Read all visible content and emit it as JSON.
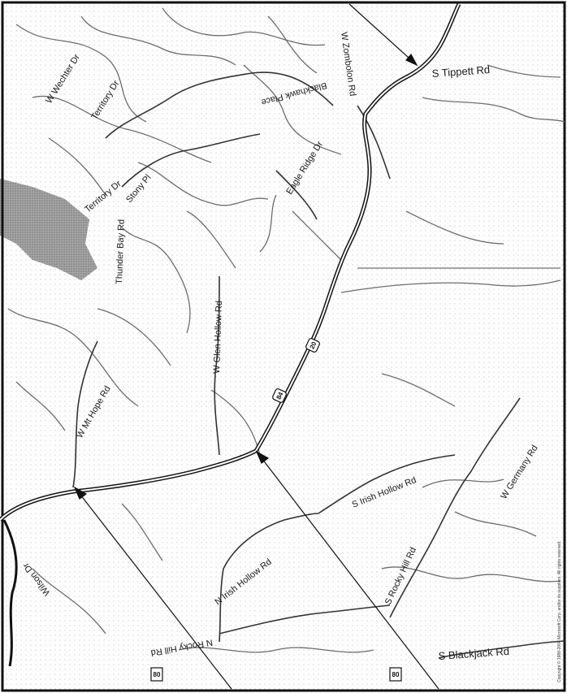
{
  "map": {
    "roads": {
      "tippett": "S Tippett Rd",
      "wechter": "W Wechter Dr",
      "territory_top": "Territory Dr",
      "blackhawk": "Blackhawk Place",
      "zombolon": "W Zombolon Rd",
      "eagle_ridge": "Eagle Ridge Dr",
      "territory_mid": "Territory Dr",
      "stony": "Stony Pl",
      "thunder_bay": "Thunder Bay Rd",
      "glen_hollow": "W Glen Hollow Rd",
      "mt_hope": "W Mt Hope Rd",
      "wilson": "Wilson Dr",
      "irish_hollow_s": "S Irish Hollow Rd",
      "germany": "W Germany Rd",
      "irish_hollow_n": "N Irish Hollow Rd",
      "rocky_hill_s": "S Rocky Hill Rd",
      "rocky_hill_n": "N Rocky Hill Rd",
      "blackjack": "S Blackjack Rd"
    },
    "shields": {
      "route_a": "20",
      "route_b": "84",
      "route_c": "80",
      "route_d": "80"
    },
    "copyright": "Copyright © 1988-2004 Microsoft Corp. and/or its suppliers. All rights reserved."
  }
}
